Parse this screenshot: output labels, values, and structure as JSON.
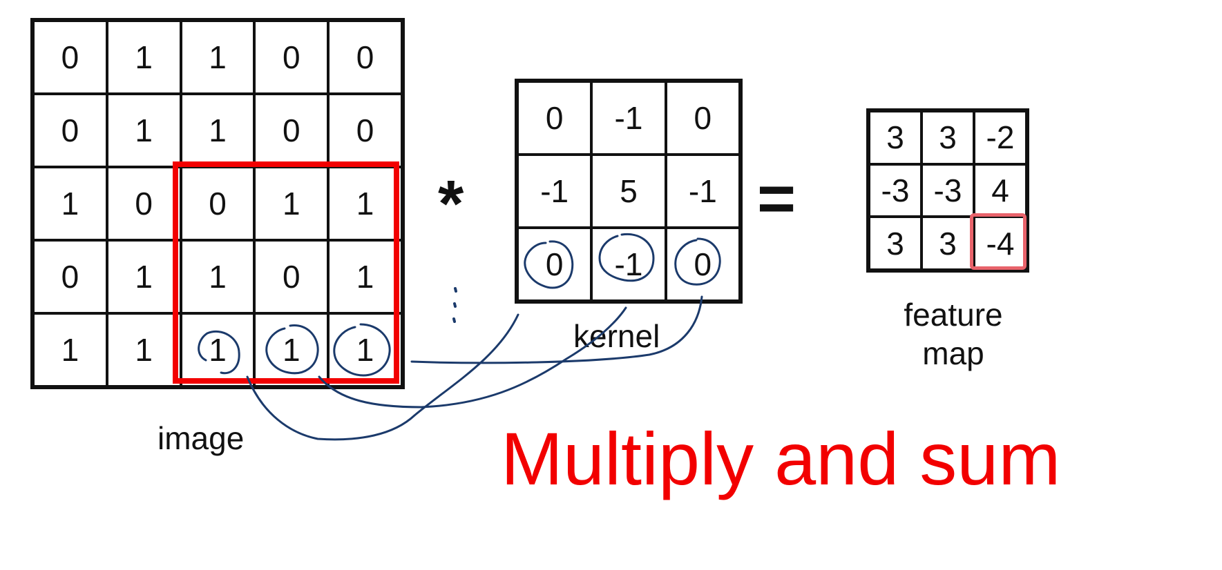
{
  "image": {
    "label": "image",
    "values": [
      [
        "0",
        "1",
        "1",
        "0",
        "0"
      ],
      [
        "0",
        "1",
        "1",
        "0",
        "0"
      ],
      [
        "1",
        "0",
        "0",
        "1",
        "1"
      ],
      [
        "0",
        "1",
        "1",
        "0",
        "1"
      ],
      [
        "1",
        "1",
        "1",
        "1",
        "1"
      ]
    ]
  },
  "kernel": {
    "label": "kernel",
    "values": [
      [
        "0",
        "-1",
        "0"
      ],
      [
        "-1",
        "5",
        "-1"
      ],
      [
        "0",
        "-1",
        "0"
      ]
    ]
  },
  "feature_map": {
    "label_line1": "feature",
    "label_line2": "map",
    "values": [
      [
        "3",
        "3",
        "-2"
      ],
      [
        "-3",
        "-3",
        "4"
      ],
      [
        "3",
        "3",
        "-4"
      ]
    ]
  },
  "operators": {
    "convolution": "*",
    "equals": "="
  },
  "caption": "Multiply and sum",
  "colors": {
    "highlight": "#f20000",
    "result_highlight": "#e8636b",
    "annotation_ink": "#1b3a6b"
  }
}
